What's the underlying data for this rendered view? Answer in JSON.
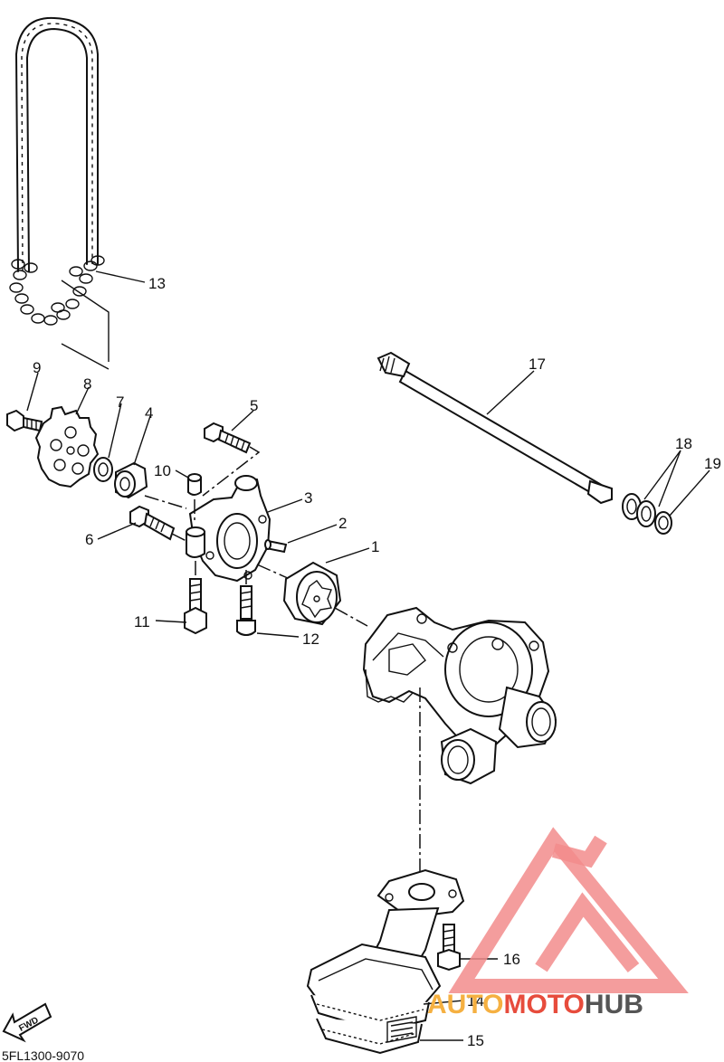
{
  "callouts": [
    "1",
    "2",
    "3",
    "4",
    "5",
    "6",
    "7",
    "8",
    "9",
    "10",
    "11",
    "12",
    "13",
    "14",
    "15",
    "16",
    "17",
    "18",
    "19"
  ],
  "fwd_label": "FWD",
  "drawing_code": "5FL1300-9070",
  "watermark": {
    "part1": "AUTO",
    "part2": "MOTO",
    "part3": "HUB",
    "color1": "#f5b041",
    "color2": "#e74c3c",
    "color3": "#555555"
  }
}
